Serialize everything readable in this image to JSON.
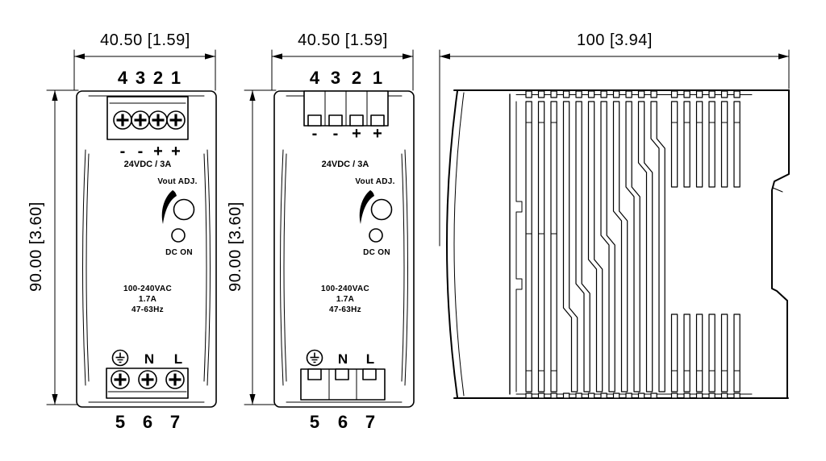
{
  "colors": {
    "line": "#000000",
    "background": "#ffffff"
  },
  "views": {
    "front_screw": {
      "width_dim": "40.50 [1.59]",
      "height_dim": "90.00 [3.60]",
      "top_terminals": [
        "4",
        "3",
        "2",
        "1"
      ],
      "top_polarity": [
        "-",
        "-",
        "+",
        "+"
      ],
      "output_rating": "24VDC / 3A",
      "vout_adj_label": "Vout ADJ.",
      "dc_on_label": "DC ON",
      "input_rating": [
        "100-240VAC",
        "1.7A",
        "47-63Hz"
      ],
      "neutral_label": "N",
      "line_label": "L",
      "bottom_terminals": [
        "5",
        "6",
        "7"
      ]
    },
    "front_clamp": {
      "width_dim": "40.50 [1.59]",
      "height_dim": "90.00 [3.60]",
      "top_terminals": [
        "4",
        "3",
        "2",
        "1"
      ],
      "top_polarity": [
        "-",
        "-",
        "+",
        "+"
      ],
      "output_rating": "24VDC / 3A",
      "vout_adj_label": "Vout ADJ.",
      "dc_on_label": "DC ON",
      "input_rating": [
        "100-240VAC",
        "1.7A",
        "47-63Hz"
      ],
      "neutral_label": "N",
      "line_label": "L",
      "bottom_terminals": [
        "5",
        "6",
        "7"
      ]
    },
    "side": {
      "width_dim": "100 [3.94]"
    }
  }
}
